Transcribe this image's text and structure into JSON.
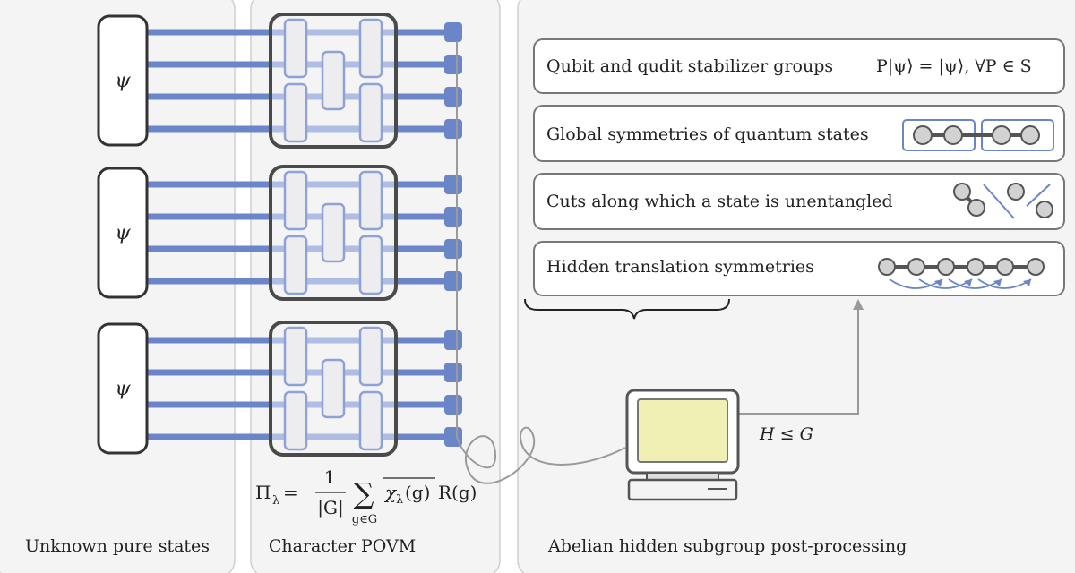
{
  "panels": [
    {
      "id": "states",
      "label": "Unknown pure states"
    },
    {
      "id": "povm",
      "label": "Character POVM"
    },
    {
      "id": "post",
      "label": "Abelian hidden subgroup post-processing"
    }
  ],
  "state_label": "ψ",
  "state_count": 3,
  "wires_per_state": 4,
  "formula": {
    "lhs": "Π",
    "lhs_sub": "λ",
    "eq": "=",
    "frac_num": "1",
    "frac_den": "|G|",
    "sum": "∑",
    "sum_sub": "g∈G",
    "chi": "χ",
    "chi_sub": "λ",
    "chi_arg": "(g)",
    "rep": "R(g)"
  },
  "applications": [
    {
      "label": "Qubit and qudit stabilizer groups",
      "math": "P|ψ⟩ = |ψ⟩, ∀P ∈ S"
    },
    {
      "label": "Global symmetries of quantum states"
    },
    {
      "label": "Cuts along which a state is unentangled"
    },
    {
      "label": "Hidden translation symmetries"
    }
  ],
  "subgroup_label": "H ≤ G",
  "colors": {
    "wire": "#6b86c8",
    "wire_light": "#aebde4",
    "gate_fill": "#ededef",
    "gate_stroke": "#8ea2d6",
    "panel_bg": "#f4f4f4",
    "panel_border": "#cfcfcf",
    "box_border": "#4a4a4a",
    "node_fill": "#d2d2d2",
    "node_stroke": "#555555",
    "arrow": "#999999",
    "screen": "#f1f0b4"
  }
}
